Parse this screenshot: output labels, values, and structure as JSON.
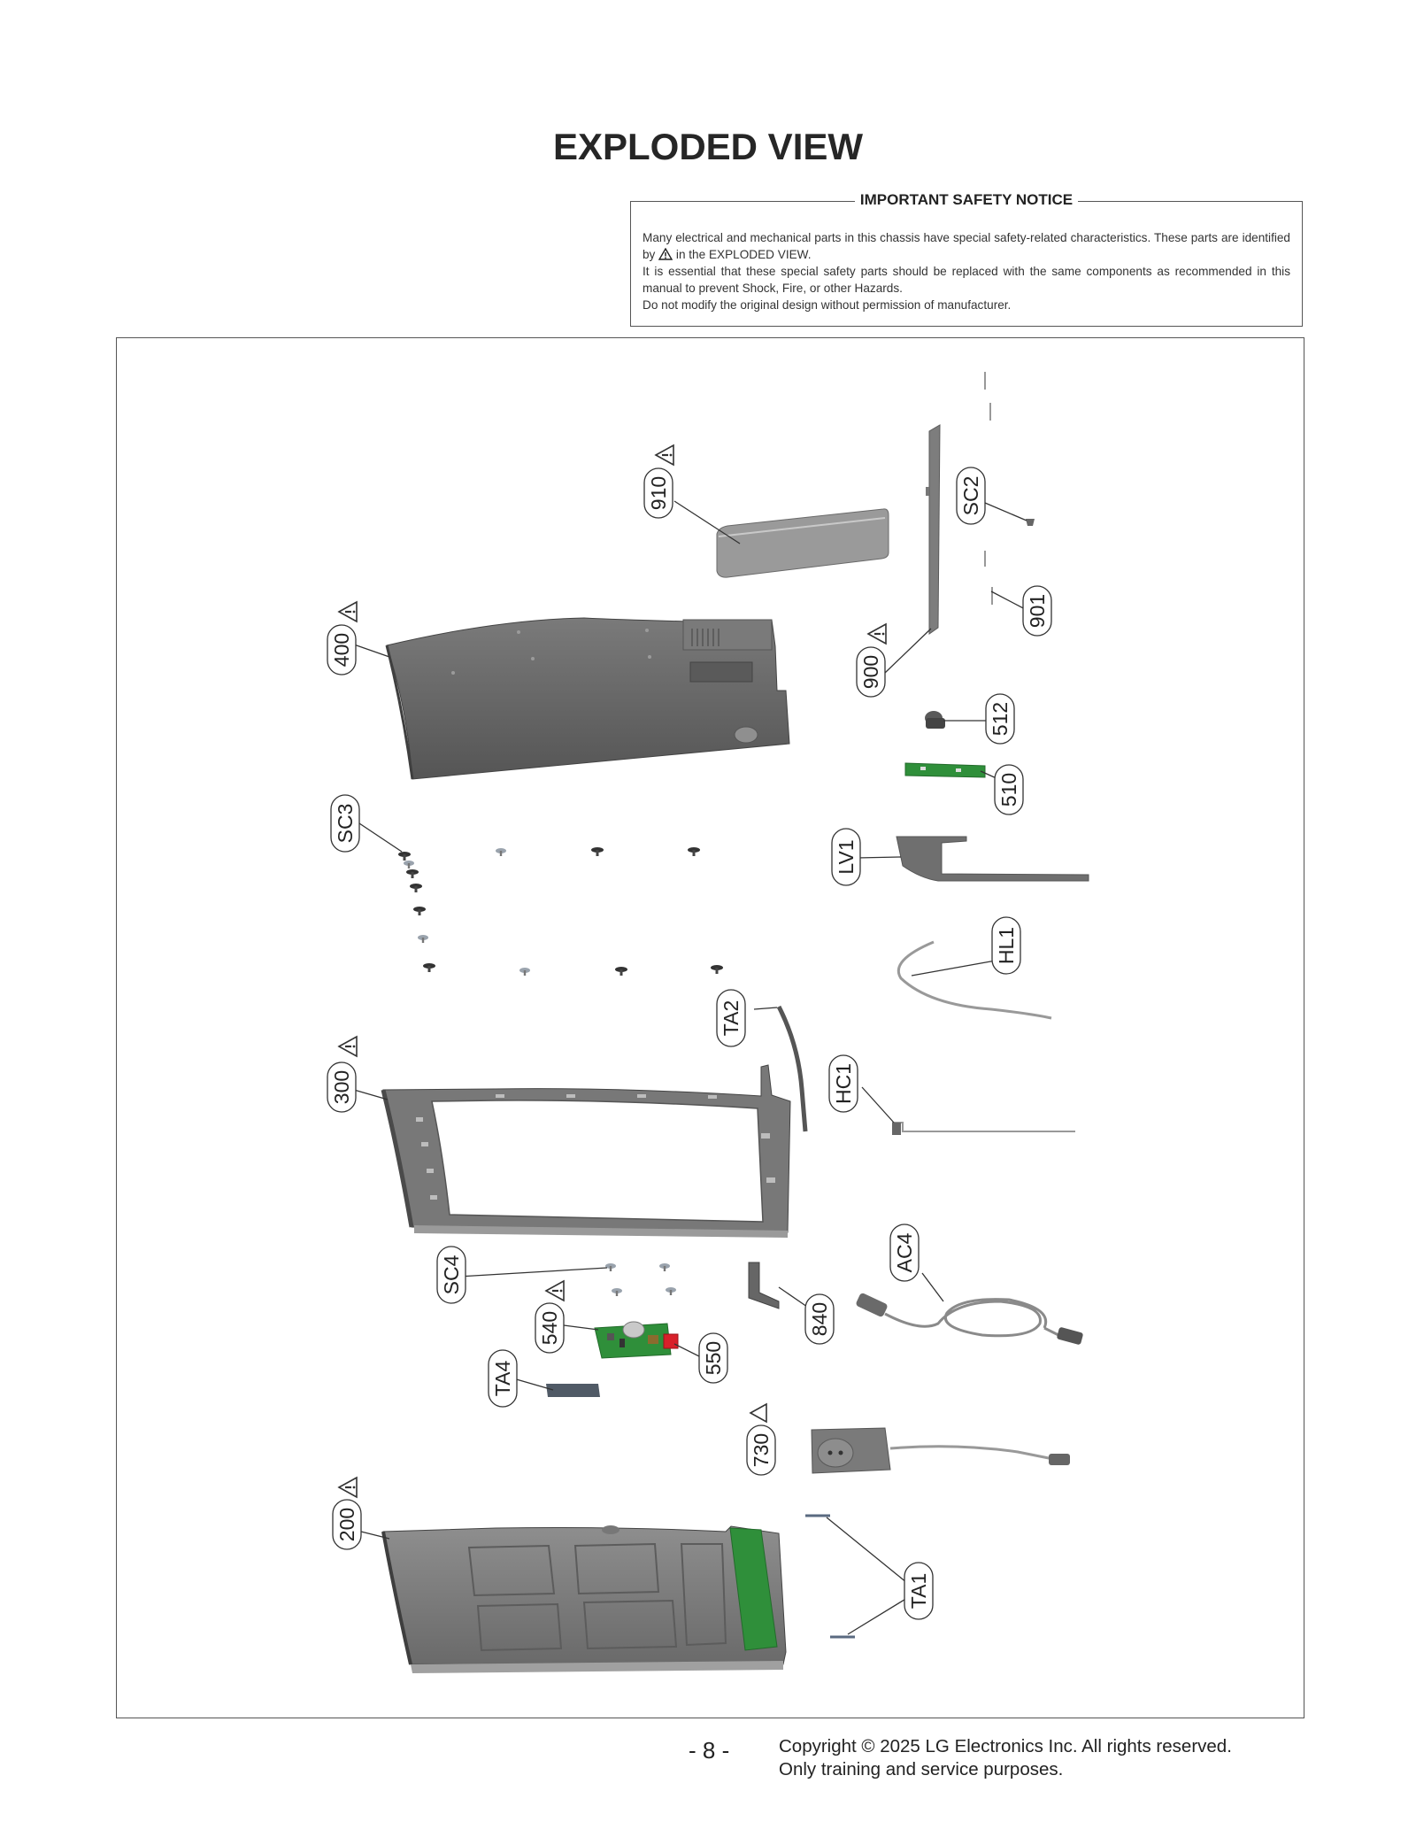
{
  "page": {
    "title": "EXPLODED VIEW",
    "page_number": "- 8 -",
    "copyright_line1": "Copyright © 2025 LG Electronics Inc. All rights reserved.",
    "copyright_line2": "Only training and service purposes."
  },
  "notice": {
    "title": "IMPORTANT SAFETY NOTICE",
    "line1_before_icon": "Many electrical and mechanical parts in this chassis have special safety-related characteristics. These parts are identified by",
    "line1_after_icon": "in the EXPLODED VIEW.",
    "line2": "It is essential that these special safety parts should be replaced with the same components as recommended in this manual to prevent Shock, Fire, or other Hazards.",
    "line3": "Do not modify the original design without permission of manufacturer."
  },
  "callouts": {
    "c910": "910",
    "cSC2": "SC2",
    "c901": "901",
    "c400": "400",
    "c900": "900",
    "c512": "512",
    "c510": "510",
    "cSC3": "SC3",
    "cLV1": "LV1",
    "cHL1": "HL1",
    "cTA2": "TA2",
    "c300": "300",
    "cHC1": "HC1",
    "cSC4": "SC4",
    "cAC4": "AC4",
    "c540": "540",
    "c840": "840",
    "c550": "550",
    "cTA4": "TA4",
    "c730": "730",
    "c200": "200",
    "cTA1": "TA1"
  },
  "colors": {
    "part_dark": "#5e5e5e",
    "part_mid": "#8a8a8a",
    "part_light": "#b5b5b5",
    "pcb_green": "#2f8f3a",
    "connector_red": "#d8202a"
  }
}
